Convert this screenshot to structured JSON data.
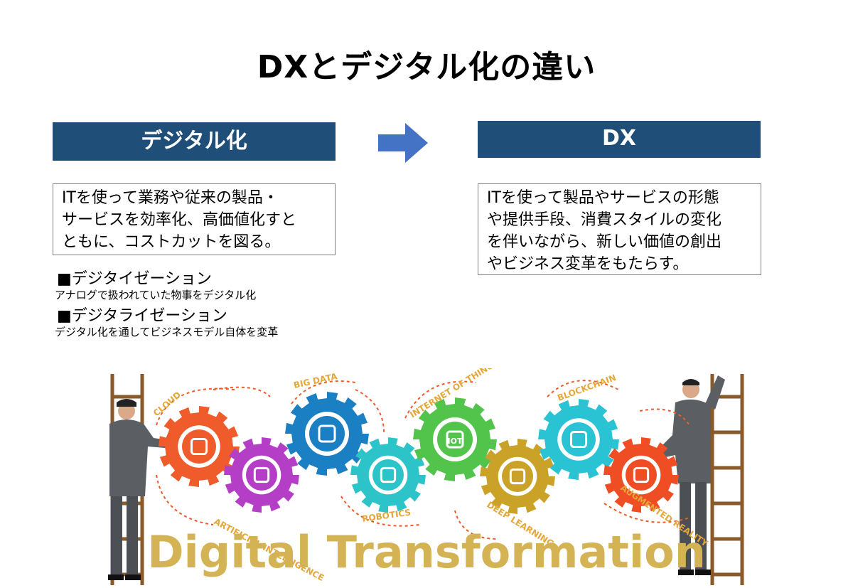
{
  "title": "DXとデジタル化の違い",
  "left": {
    "header": "デジタル化",
    "description_lines": [
      "ITを使って業務や従来の製品・",
      "サービスを効率化、高価値化すと",
      "ともに、コストカットを図る。"
    ],
    "terms": [
      {
        "name": "■デジタイゼーション",
        "desc": "アナログで扱われていた物事をデジタル化"
      },
      {
        "name": "■デジタライゼーション",
        "desc": "デジタル化を通してビジネスモデル自体を変革"
      }
    ]
  },
  "right": {
    "header": "DX",
    "description_lines": [
      "ITを使って製品やサービスの形態",
      "や提供手段、消費スタイルの変化",
      "を伴いながら、新しい価値の創出",
      "やビジネス変革をもたらす。"
    ]
  },
  "illustration": {
    "gears": [
      {
        "label": "CLOUD",
        "color": "#ef5b2a"
      },
      {
        "label": "ARTIFICIAL INTELLIGENCE",
        "color": "#b43fc6"
      },
      {
        "label": "BIG DATA",
        "color": "#1b7fc4"
      },
      {
        "label": "ROBOTICS",
        "color": "#2cc4c9"
      },
      {
        "label": "INTERNET OF THINGS",
        "color": "#52c44c"
      },
      {
        "label": "DEEP LEARNING",
        "color": "#c9a227"
      },
      {
        "label": "BLOCKCHAIN",
        "color": "#2ac3d3"
      },
      {
        "label": "AUGMENTED REALITY",
        "color": "#ef4d23"
      }
    ],
    "iot_badge": "IOT",
    "caption": "Digital Transformation"
  },
  "colors": {
    "header_bg": "#1f4e79",
    "arrow": "#4472c4",
    "caption": "#d4b355",
    "label": "#e4a73a"
  }
}
